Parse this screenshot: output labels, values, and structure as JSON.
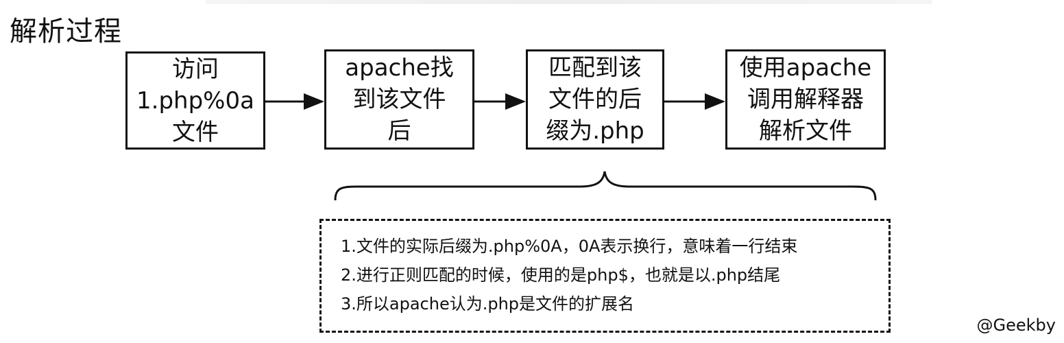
{
  "title": "解析过程",
  "steps": [
    {
      "label": "访问\n1.php%0a\n文件"
    },
    {
      "label": "apache找\n到该文件\n后"
    },
    {
      "label": "匹配到该\n文件的后\n缀为.php"
    },
    {
      "label": "使用apache\n调用解释器\n解析文件"
    }
  ],
  "notes": [
    "1.文件的实际后缀为.php%0A，0A表示换行，意味着一行结束",
    "2.进行正则匹配的时候，使用的是php$，也就是以.php结尾",
    "3.所以apache认为.php是文件的扩展名"
  ],
  "watermark": "@Geekby"
}
